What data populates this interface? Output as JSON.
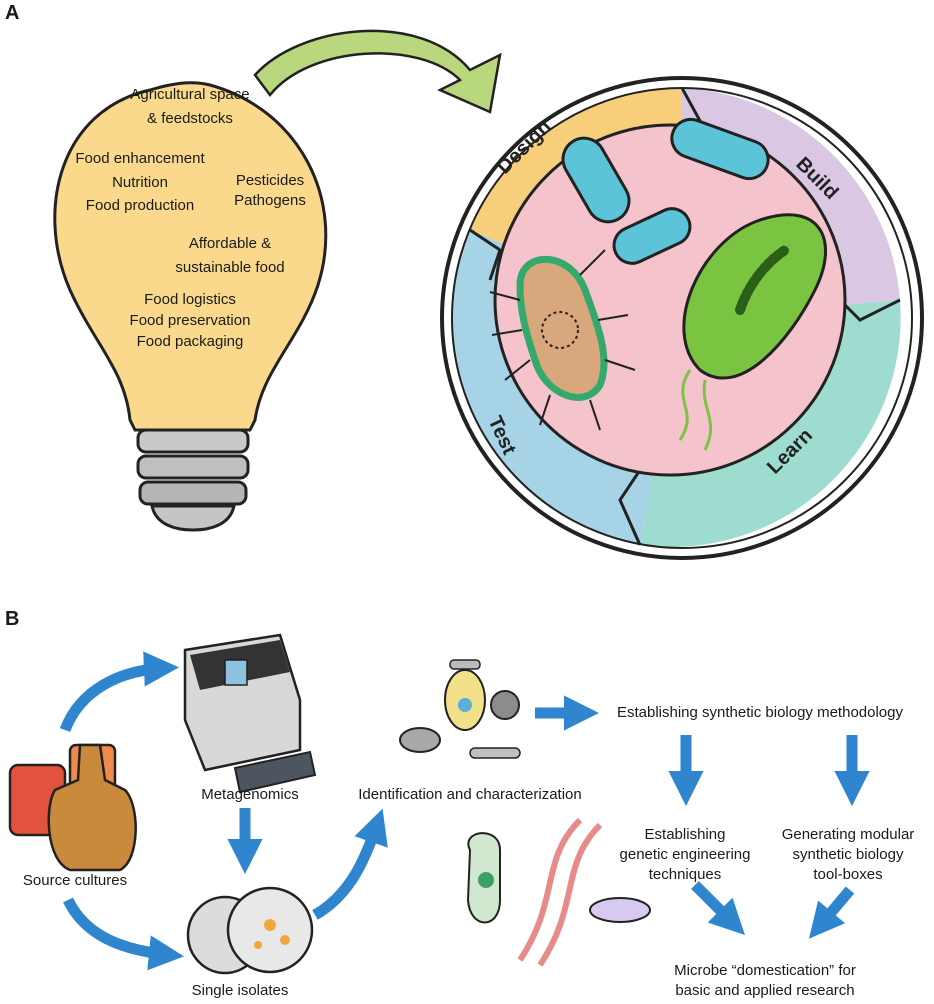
{
  "panel_a": {
    "letter": "A",
    "bulb_items": [
      "Agricultural space",
      "& feedstocks",
      "Food enhancement",
      "Nutrition",
      "Food production",
      "Pesticides",
      "Pathogens",
      "Affordable &",
      "sustainable food",
      "Food logistics",
      "Food preservation",
      "Food packaging"
    ],
    "cycle": [
      "Design",
      "Build",
      "Learn",
      "Test"
    ],
    "colors": {
      "bulb": "#fbd98c",
      "design": "#f7cf7a",
      "build": "#d9c7e3",
      "learn": "#9fdcd0",
      "test": "#a7d3e6",
      "center": "#f4c3cb"
    }
  },
  "panel_b": {
    "letter": "B",
    "labels": {
      "source": "Source cultures",
      "metagenomics": "Metagenomics",
      "isolates": "Single isolates",
      "identification": "Identification and characterization",
      "methodology": "Establishing synthetic biology methodology",
      "genetic": [
        "Establishing",
        "genetic engineering",
        "techniques"
      ],
      "modular": [
        "Generating modular",
        "synthetic biology",
        "tool-boxes"
      ],
      "domestication": [
        "Microbe “domestication” for",
        "basic and applied research"
      ]
    },
    "colors": {
      "arrow": "#2f86cf"
    }
  }
}
